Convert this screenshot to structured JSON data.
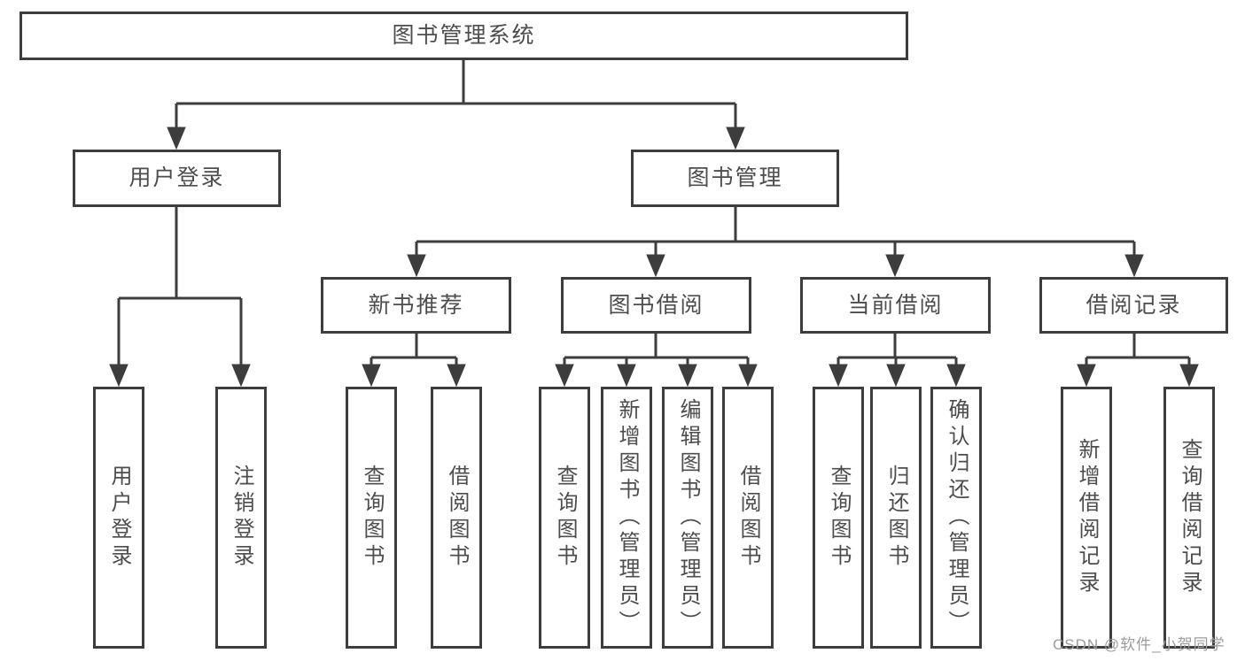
{
  "diagram": {
    "root": {
      "label": "图书管理系统",
      "children": [
        {
          "label": "用户登录",
          "children": [
            {
              "label": "用户登录"
            },
            {
              "label": "注销登录"
            }
          ]
        },
        {
          "label": "图书管理",
          "children": [
            {
              "label": "新书推荐",
              "children": [
                {
                  "label": "查询图书"
                },
                {
                  "label": "借阅图书"
                }
              ]
            },
            {
              "label": "图书借阅",
              "children": [
                {
                  "label": "查询图书"
                },
                {
                  "label": "新增图书（管理员）"
                },
                {
                  "label": "编辑图书（管理员）"
                },
                {
                  "label": "借阅图书"
                }
              ]
            },
            {
              "label": "当前借阅",
              "children": [
                {
                  "label": "查询图书"
                },
                {
                  "label": "归还图书"
                },
                {
                  "label": "确认归还（管理员）"
                }
              ]
            },
            {
              "label": "借阅记录",
              "children": [
                {
                  "label": "新增借阅记录"
                },
                {
                  "label": "查询借阅记录"
                }
              ]
            }
          ]
        }
      ]
    }
  },
  "watermark": {
    "text": "CSDN @软件_小贺同学"
  },
  "colors": {
    "line": "#3d3d3d",
    "text": "#4d4d4d",
    "watermark": "#9c9c9c",
    "background": "#ffffff"
  }
}
